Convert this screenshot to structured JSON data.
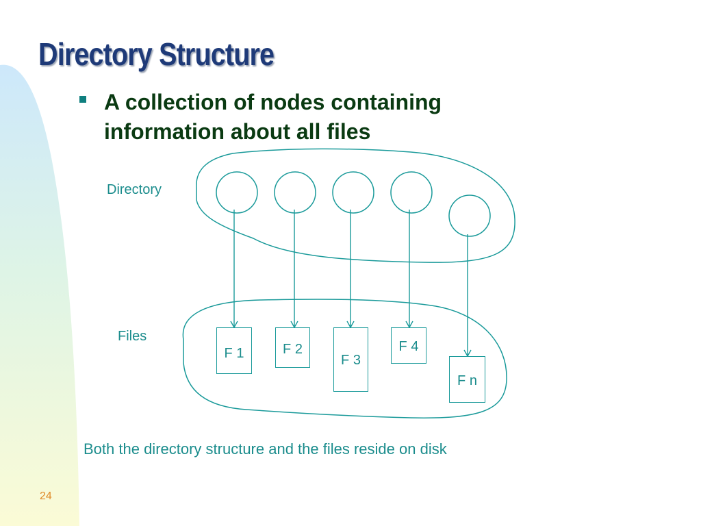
{
  "slide": {
    "title": "Directory Structure",
    "bullets": [
      "A collection of nodes containing information about all files"
    ],
    "footnote": "Both the directory structure and the files reside on disk",
    "page_number": "24",
    "colors": {
      "title": "#1e3a78",
      "bullet_text": "#0a3a12",
      "bullet_marker": "#0f7f7f",
      "diagram": "#1a9a9a",
      "page_number": "#e08a2a"
    }
  },
  "diagram": {
    "directory_label": "Directory",
    "files_label": "Files",
    "directory_node_count": 5,
    "files": [
      "F 1",
      "F 2",
      "F 3",
      "F 4",
      "F n"
    ],
    "links": [
      {
        "from_node": 1,
        "to_file": "F 1"
      },
      {
        "from_node": 2,
        "to_file": "F 2"
      },
      {
        "from_node": 3,
        "to_file": "F 3"
      },
      {
        "from_node": 4,
        "to_file": "F 4"
      },
      {
        "from_node": 5,
        "to_file": "F n"
      }
    ]
  }
}
